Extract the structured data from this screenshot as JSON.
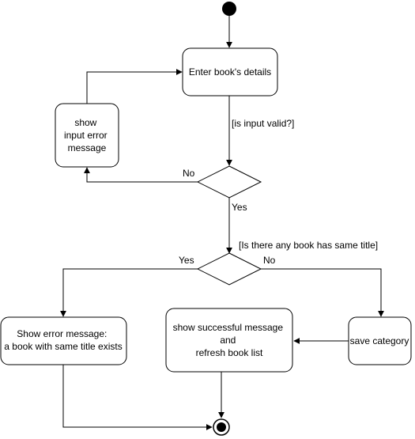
{
  "diagram": {
    "nodes": {
      "enter_details": "Enter book's details",
      "show_input_error": [
        "show",
        "input error",
        "message"
      ],
      "show_error_same_title": [
        "Show error message:",
        "a book with same title exists"
      ],
      "show_success": [
        "show successful message",
        "and",
        "refresh book list"
      ],
      "save_category": "save category"
    },
    "labels": {
      "is_input_valid": "[is input valid?]",
      "no_1": "No",
      "yes_1": "Yes",
      "same_title_question": "[Is there any book has same title]",
      "yes_2": "Yes",
      "no_2": "No"
    }
  },
  "colors": {
    "stroke": "#000000",
    "fill": "#ffffff"
  }
}
